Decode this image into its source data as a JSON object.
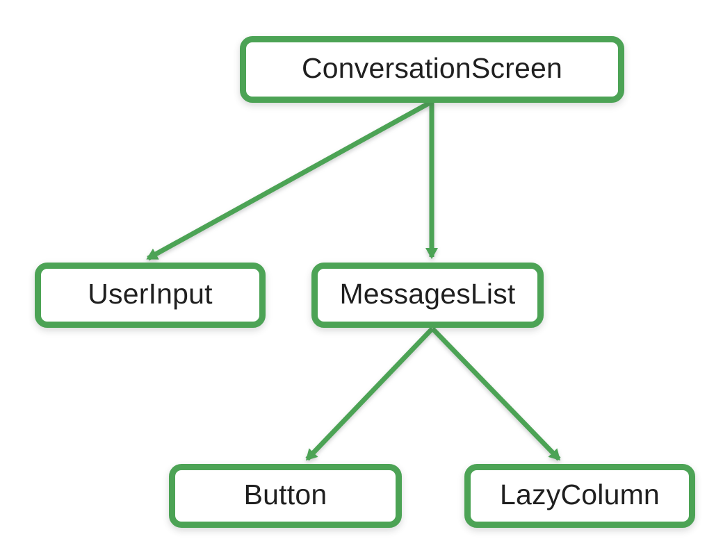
{
  "diagram": {
    "type": "tree",
    "description": "Composable component hierarchy tree",
    "colors": {
      "accent": "#4CA355",
      "text": "#1F1F1F",
      "node_fill": "#FFFFFF",
      "background": "#FFFFFF"
    },
    "nodes": [
      {
        "id": "conversation-screen",
        "label": "ConversationScreen",
        "level": 0
      },
      {
        "id": "user-input",
        "label": "UserInput",
        "level": 1
      },
      {
        "id": "messages-list",
        "label": "MessagesList",
        "level": 1
      },
      {
        "id": "button",
        "label": "Button",
        "level": 2
      },
      {
        "id": "lazy-column",
        "label": "LazyColumn",
        "level": 2
      }
    ],
    "edges": [
      {
        "from": "conversation-screen",
        "to": "user-input"
      },
      {
        "from": "conversation-screen",
        "to": "messages-list"
      },
      {
        "from": "messages-list",
        "to": "button"
      },
      {
        "from": "messages-list",
        "to": "lazy-column"
      }
    ]
  }
}
